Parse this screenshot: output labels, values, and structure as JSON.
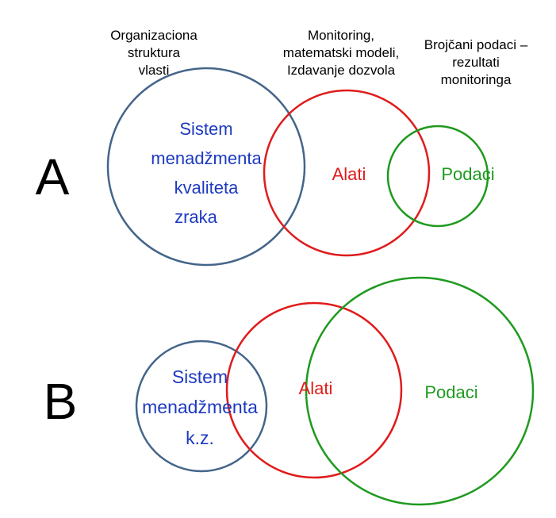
{
  "colors": {
    "blue": "#44658a",
    "red": "#e01b1b",
    "green": "#1f9a1f",
    "text_blue": "#1d3ac0",
    "black": "#000000"
  },
  "captions": {
    "col1": [
      "Organizaciona",
      "struktura",
      "vlasti"
    ],
    "col2": [
      "Monitoring,",
      "matematski modeli,",
      "Izdavanje dozvola"
    ],
    "col3": [
      "Brojčani podaci –",
      "rezultati",
      "monitoringa"
    ]
  },
  "diagram_a": {
    "letter": "A",
    "system_label": [
      "Sistem",
      "menadžmenta",
      "kvaliteta",
      "zraka"
    ],
    "tools_label": "Alati",
    "data_label": "Podaci"
  },
  "diagram_b": {
    "letter": "B",
    "system_label": [
      "Sistem",
      "menadžmenta",
      "k.z."
    ],
    "tools_label": "Alati",
    "data_label": "Podaci"
  }
}
